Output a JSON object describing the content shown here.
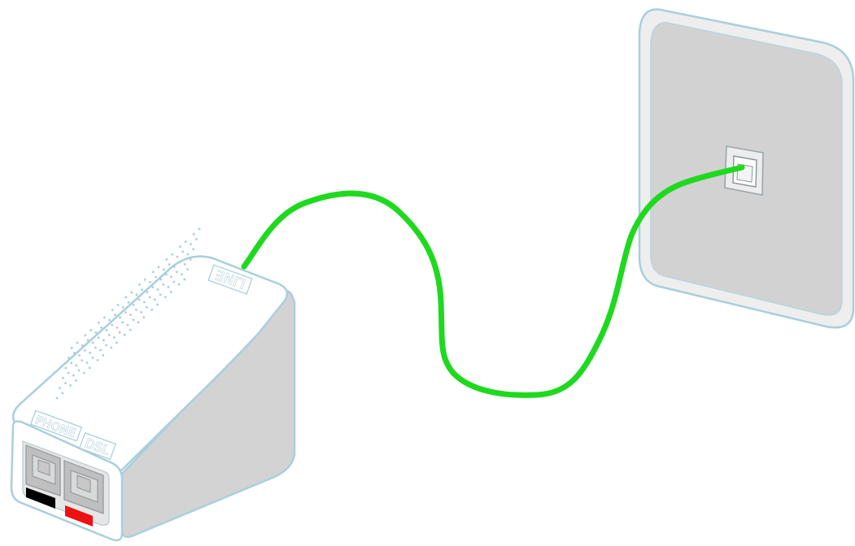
{
  "splitter": {
    "line_label": "LINE",
    "phone_label": "PHONE",
    "dsl_label": "DSL"
  },
  "colors": {
    "cable": "#1fd91f",
    "outline": "#a9cfdc",
    "device_body": "#ffffff",
    "device_shade": "#d3d3d3",
    "wall_plate": "#d1d1d1",
    "phone_marker": "#000000",
    "dsl_marker": "#ee1111"
  },
  "icons": {
    "wall_socket": "rj11-wall-jack-icon",
    "phone_port": "rj11-port-icon",
    "dsl_port": "rj11-port-icon"
  }
}
